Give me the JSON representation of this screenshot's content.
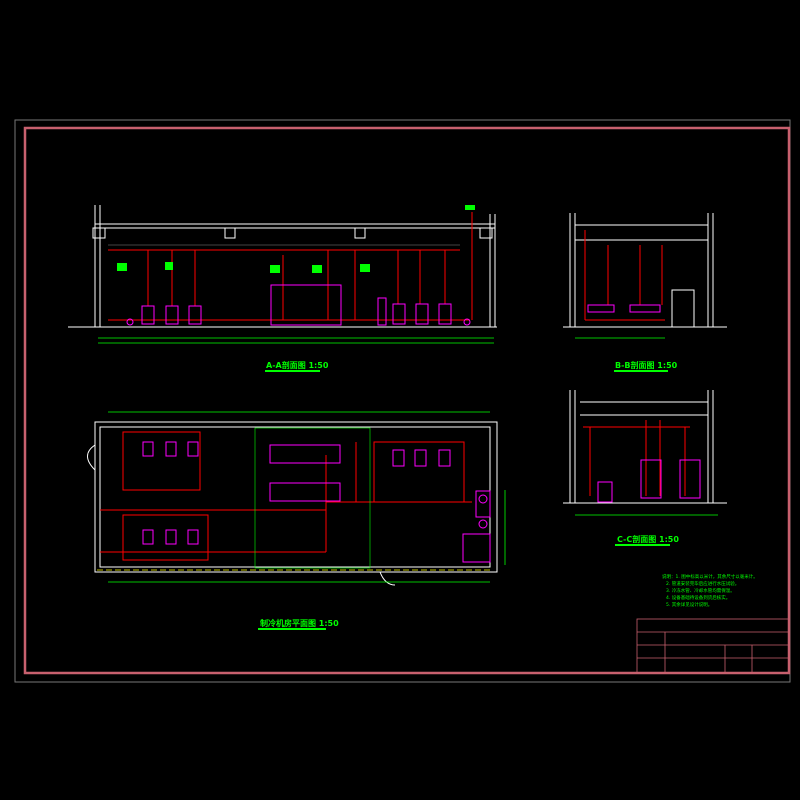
{
  "drawing": {
    "titles": {
      "section_aa": "A-A剖面图 1:50",
      "section_bb": "B-B剖面图 1:50",
      "section_cc": "C-C剖面图 1:50",
      "plan": "制冷机房平面图 1:50"
    },
    "notes": [
      "说明：1. 图中标高以米计，其余尺寸以毫米计。",
      "2. 管道安装完毕后应进行水压试验。",
      "3. 冷冻水管、冷却水管均需保温。",
      "4. 设备基础待设备到货后核实。",
      "5. 其余详见设计说明。"
    ],
    "colors": {
      "frame": "#c8606e",
      "wall": "#ffffff",
      "pipe": "#ff0000",
      "equipment": "#ff00ff",
      "annotation": "#00ff00",
      "valve": "#ffff00"
    }
  }
}
